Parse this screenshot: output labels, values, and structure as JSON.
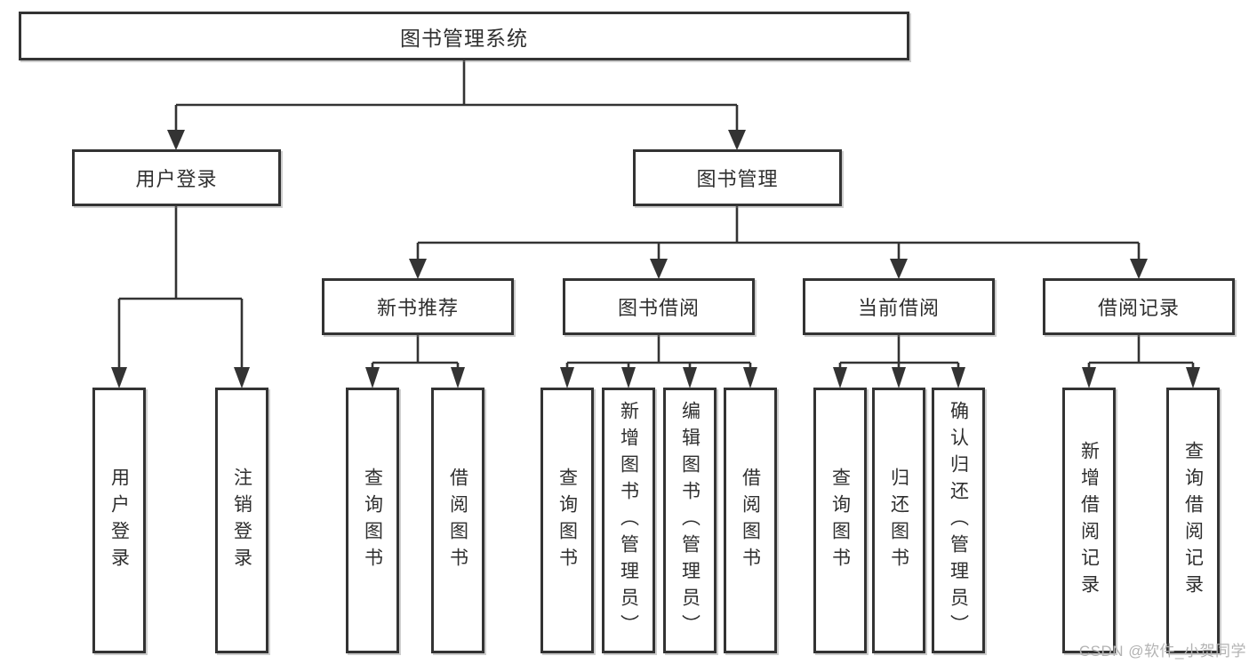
{
  "diagram": {
    "root": {
      "label": "图书管理系统",
      "children": [
        {
          "label": "用户登录",
          "children": [
            {
              "label": "用户登录"
            },
            {
              "label": "注销登录"
            }
          ]
        },
        {
          "label": "图书管理",
          "children": [
            {
              "label": "新书推荐",
              "children": [
                {
                  "label": "查询图书"
                },
                {
                  "label": "借阅图书"
                }
              ]
            },
            {
              "label": "图书借阅",
              "children": [
                {
                  "label": "查询图书"
                },
                {
                  "label": "新增图书（管理员）"
                },
                {
                  "label": "编辑图书（管理员）"
                },
                {
                  "label": "借阅图书"
                }
              ]
            },
            {
              "label": "当前借阅",
              "children": [
                {
                  "label": "查询图书"
                },
                {
                  "label": "归还图书"
                },
                {
                  "label": "确认归还（管理员）"
                }
              ]
            },
            {
              "label": "借阅记录",
              "children": [
                {
                  "label": "新增借阅记录"
                },
                {
                  "label": "查询借阅记录"
                }
              ]
            }
          ]
        }
      ]
    }
  },
  "watermark": {
    "text": "CSDN @软件_小贺同学"
  },
  "colors": {
    "line": "#333333",
    "box_border": "#333333",
    "text": "#2f2f2f",
    "watermark": "#b3b3b3",
    "background": "#ffffff"
  }
}
